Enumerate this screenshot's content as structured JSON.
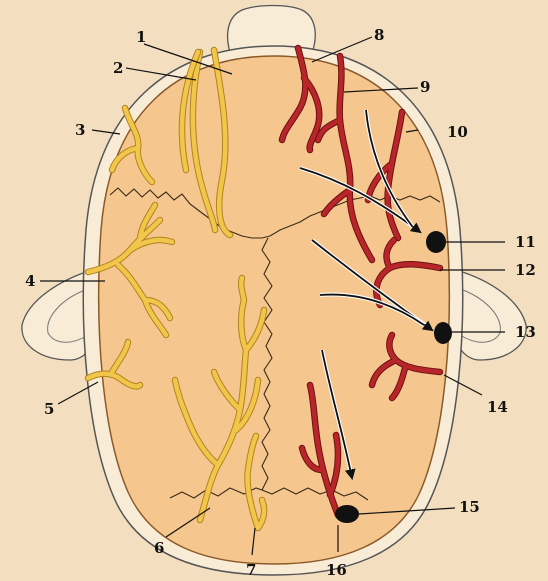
{
  "colors": {
    "background": "#f3dfc0",
    "skull_fill": "#f5c78e",
    "skin_fill": "#f9ecd6",
    "nerve": "#f2c64a",
    "vessel": "#b8262a",
    "node": "#111111"
  },
  "labels": [
    "1",
    "2",
    "3",
    "4",
    "5",
    "6",
    "7",
    "8",
    "9",
    "10",
    "11",
    "12",
    "13",
    "14",
    "15",
    "16"
  ]
}
